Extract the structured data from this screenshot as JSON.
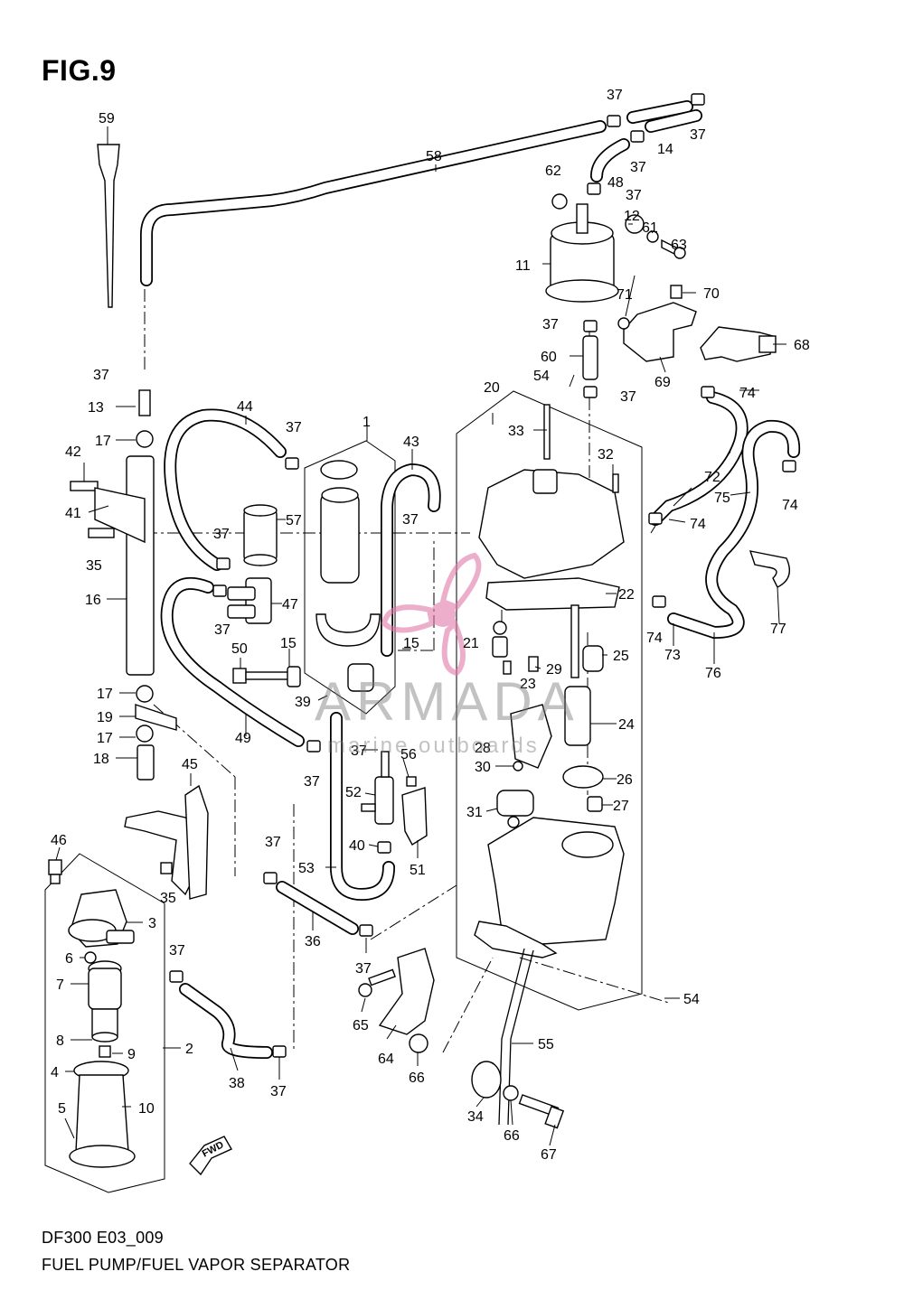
{
  "figure": {
    "title": "FIG.9",
    "model_code": "DF300 E03_009",
    "caption": "FUEL PUMP/FUEL VAPOR SEPARATOR"
  },
  "watermark": {
    "brand": "ARMADA",
    "tagline": "marine outboards",
    "logo": "propeller-logo",
    "color": "#e07aa8"
  },
  "direction_marker": {
    "label": "FWD",
    "icon": "forward-arrow-icon"
  },
  "callouts": [
    {
      "id": "c59",
      "text": "59"
    },
    {
      "id": "c58",
      "text": "58"
    },
    {
      "id": "c37a",
      "text": "37"
    },
    {
      "id": "c37b",
      "text": "37"
    },
    {
      "id": "c14",
      "text": "14"
    },
    {
      "id": "c48",
      "text": "48"
    },
    {
      "id": "c37c",
      "text": "37"
    },
    {
      "id": "c62",
      "text": "62"
    },
    {
      "id": "c37d",
      "text": "37"
    },
    {
      "id": "c12",
      "text": "12"
    },
    {
      "id": "c61",
      "text": "61"
    },
    {
      "id": "c63",
      "text": "63"
    },
    {
      "id": "c11",
      "text": "11"
    },
    {
      "id": "c70",
      "text": "70"
    },
    {
      "id": "c71",
      "text": "71"
    },
    {
      "id": "c37e",
      "text": "37"
    },
    {
      "id": "c68",
      "text": "68"
    },
    {
      "id": "c60",
      "text": "60"
    },
    {
      "id": "c69",
      "text": "69"
    },
    {
      "id": "c37f",
      "text": "37"
    },
    {
      "id": "c54a",
      "text": "54"
    },
    {
      "id": "c37g",
      "text": "37"
    },
    {
      "id": "c20",
      "text": "20"
    },
    {
      "id": "c74a",
      "text": "74"
    },
    {
      "id": "c13",
      "text": "13"
    },
    {
      "id": "c44",
      "text": "44"
    },
    {
      "id": "c37h",
      "text": "37"
    },
    {
      "id": "c1",
      "text": "1"
    },
    {
      "id": "c43",
      "text": "43"
    },
    {
      "id": "c33",
      "text": "33"
    },
    {
      "id": "c17a",
      "text": "17"
    },
    {
      "id": "c42",
      "text": "42"
    },
    {
      "id": "c32",
      "text": "32"
    },
    {
      "id": "c72",
      "text": "72"
    },
    {
      "id": "c74b",
      "text": "74"
    },
    {
      "id": "c41",
      "text": "41"
    },
    {
      "id": "c37i",
      "text": "37"
    },
    {
      "id": "c57",
      "text": "57"
    },
    {
      "id": "c37j",
      "text": "37"
    },
    {
      "id": "c75",
      "text": "75"
    },
    {
      "id": "c74c",
      "text": "74"
    },
    {
      "id": "c35a",
      "text": "35"
    },
    {
      "id": "c16",
      "text": "16"
    },
    {
      "id": "c47",
      "text": "47"
    },
    {
      "id": "c22",
      "text": "22"
    },
    {
      "id": "c77",
      "text": "77"
    },
    {
      "id": "c37k",
      "text": "37"
    },
    {
      "id": "c74d",
      "text": "74"
    },
    {
      "id": "c73",
      "text": "73"
    },
    {
      "id": "c50",
      "text": "50"
    },
    {
      "id": "c15a",
      "text": "15"
    },
    {
      "id": "c15b",
      "text": "15"
    },
    {
      "id": "c21",
      "text": "21"
    },
    {
      "id": "c25",
      "text": "25"
    },
    {
      "id": "c29",
      "text": "29"
    },
    {
      "id": "c76",
      "text": "76"
    },
    {
      "id": "c17b",
      "text": "17"
    },
    {
      "id": "c39",
      "text": "39"
    },
    {
      "id": "c23",
      "text": "23"
    },
    {
      "id": "c19",
      "text": "19"
    },
    {
      "id": "c24",
      "text": "24"
    },
    {
      "id": "c17c",
      "text": "17"
    },
    {
      "id": "c49",
      "text": "49"
    },
    {
      "id": "c28",
      "text": "28"
    },
    {
      "id": "c37l",
      "text": "37"
    },
    {
      "id": "c56",
      "text": "56"
    },
    {
      "id": "c18",
      "text": "18"
    },
    {
      "id": "c37m",
      "text": "37"
    },
    {
      "id": "c30",
      "text": "30"
    },
    {
      "id": "c26",
      "text": "26"
    },
    {
      "id": "c45",
      "text": "45"
    },
    {
      "id": "c52",
      "text": "52"
    },
    {
      "id": "c27",
      "text": "27"
    },
    {
      "id": "c31",
      "text": "31"
    },
    {
      "id": "c46",
      "text": "46"
    },
    {
      "id": "c37n",
      "text": "37"
    },
    {
      "id": "c40",
      "text": "40"
    },
    {
      "id": "c53",
      "text": "53"
    },
    {
      "id": "c51",
      "text": "51"
    },
    {
      "id": "c35b",
      "text": "35"
    },
    {
      "id": "c3",
      "text": "3"
    },
    {
      "id": "c36",
      "text": "36"
    },
    {
      "id": "c37o",
      "text": "37"
    },
    {
      "id": "c6",
      "text": "6"
    },
    {
      "id": "c37p",
      "text": "37"
    },
    {
      "id": "c7",
      "text": "7"
    },
    {
      "id": "c54b",
      "text": "54"
    },
    {
      "id": "c65",
      "text": "65"
    },
    {
      "id": "c8",
      "text": "8"
    },
    {
      "id": "c9",
      "text": "9"
    },
    {
      "id": "c2",
      "text": "2"
    },
    {
      "id": "c55",
      "text": "55"
    },
    {
      "id": "c4",
      "text": "4"
    },
    {
      "id": "c64",
      "text": "64"
    },
    {
      "id": "c66a",
      "text": "66"
    },
    {
      "id": "c38",
      "text": "38"
    },
    {
      "id": "c37q",
      "text": "37"
    },
    {
      "id": "c34",
      "text": "34"
    },
    {
      "id": "c66b",
      "text": "66"
    },
    {
      "id": "c5",
      "text": "5"
    },
    {
      "id": "c10",
      "text": "10"
    },
    {
      "id": "c67",
      "text": "67"
    }
  ]
}
